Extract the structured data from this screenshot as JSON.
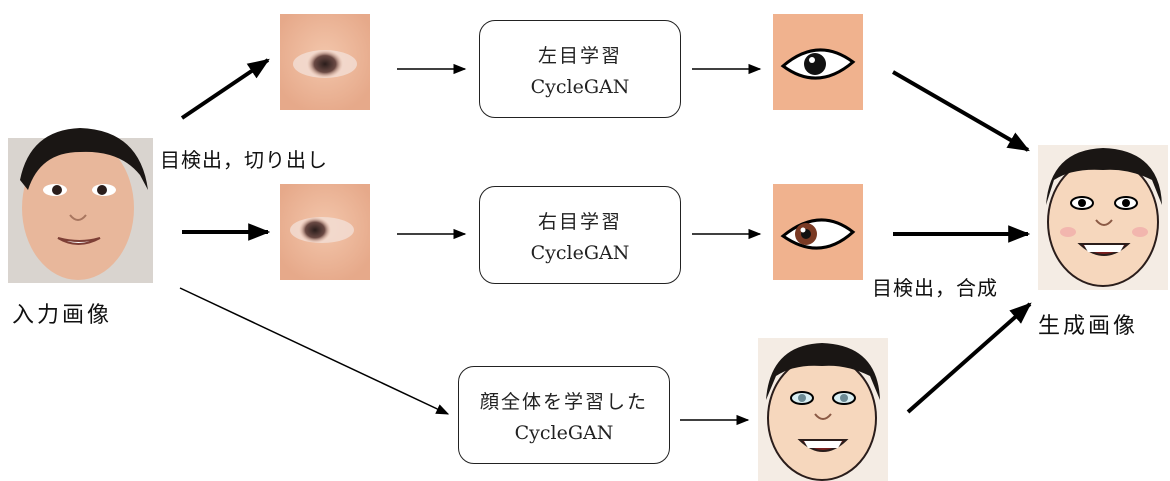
{
  "labels": {
    "input": "入力画像",
    "output": "生成画像",
    "crop": "目検出，切り出し",
    "merge": "目検出，合成"
  },
  "boxes": {
    "left_eye": {
      "line1": "左目学習",
      "line2": "CycleGAN"
    },
    "right_eye": {
      "line1": "右目学習",
      "line2": "CycleGAN"
    },
    "face": {
      "line1": "顔全体を学習した",
      "line2": "CycleGAN"
    }
  }
}
